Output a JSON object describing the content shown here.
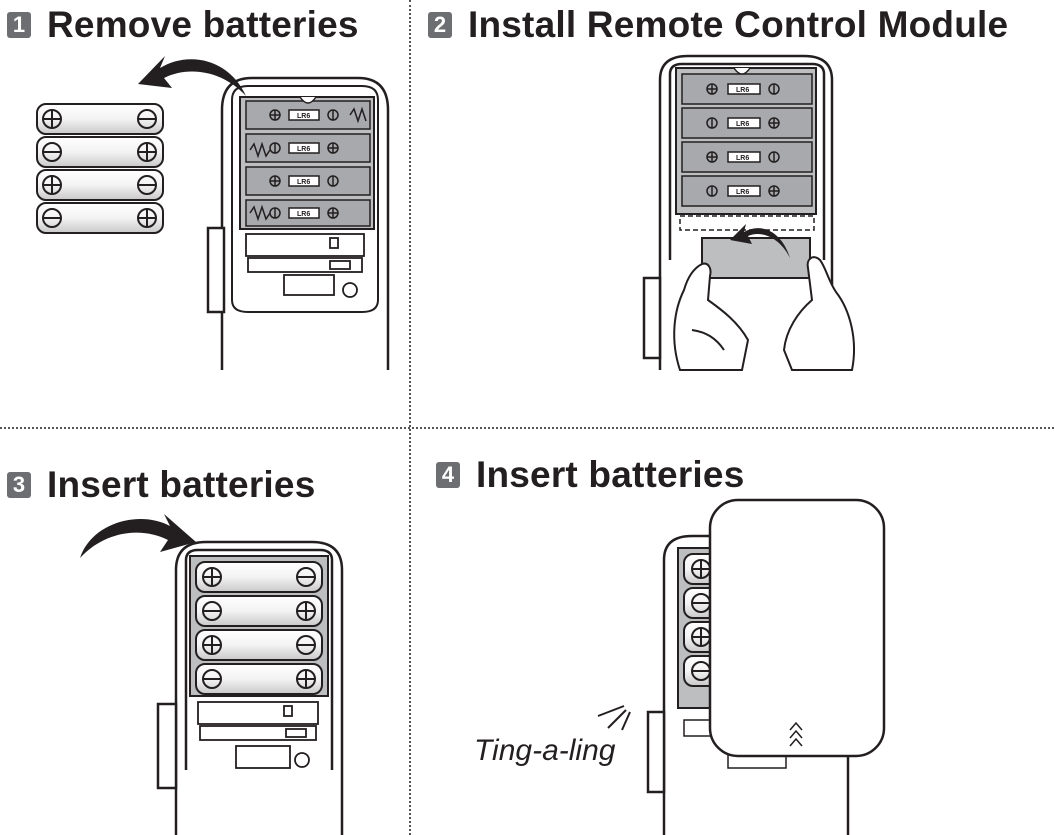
{
  "steps": [
    {
      "number": "1",
      "title": "Remove batteries"
    },
    {
      "number": "2",
      "title": "Install Remote Control Module"
    },
    {
      "number": "3",
      "title": "Insert batteries"
    },
    {
      "number": "4",
      "title": "Insert batteries"
    }
  ],
  "sound_effect": "Ting-a-ling",
  "battery_label": "LR6",
  "colors": {
    "ink": "#231f20",
    "badge": "#6d6e71",
    "compartment": "#bcbec0",
    "battery": "#f1f1f2"
  },
  "icons": [
    "circular-arrow-icon",
    "plus-terminal-icon",
    "minus-terminal-icon",
    "hand-icon",
    "up-chevrons-icon",
    "sound-lines-icon"
  ]
}
